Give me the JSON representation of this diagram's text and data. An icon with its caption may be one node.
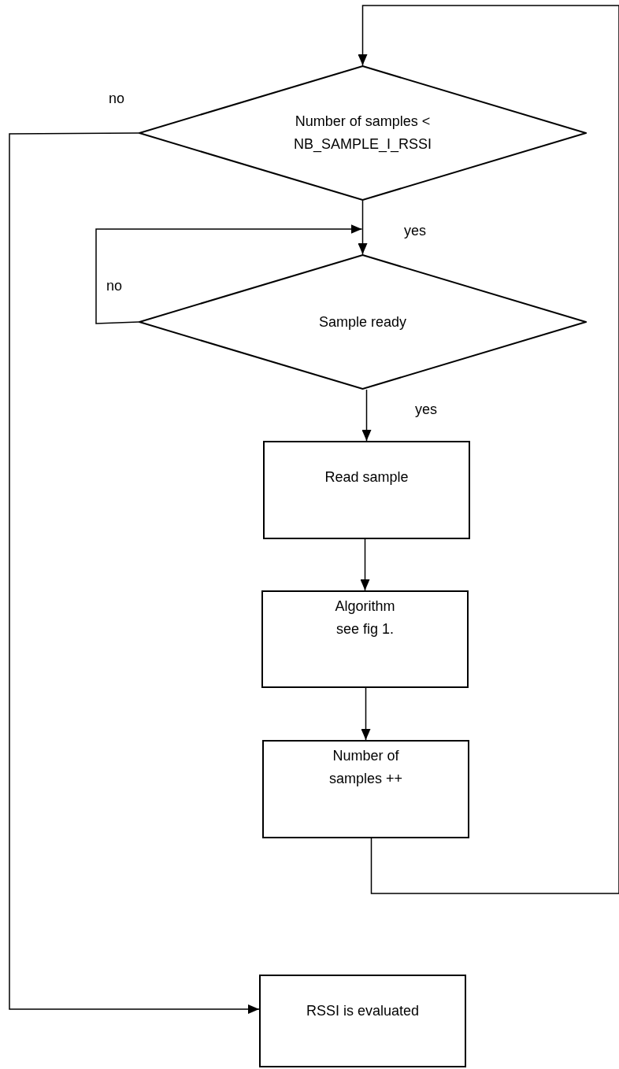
{
  "diagram": {
    "nodes": [
      {
        "text": [
          "Number of samples < NB_SAMPLE_I_RSSI"
        ]
      },
      {
        "text": [
          "Sample ready"
        ]
      },
      {
        "text": [
          "Read sample"
        ]
      },
      {
        "text": [
          "Algorithm see fig 1."
        ]
      },
      {
        "text": [
          "Number of samples ++"
        ]
      },
      {
        "text": [
          "RSSI is evaluated"
        ]
      }
    ],
    "edges": [
      {
        "from": 4,
        "to": 0,
        "arrow": "to"
      },
      {
        "from": 0,
        "to": 1,
        "arrow": "to",
        "label": "yes"
      },
      {
        "from": 1,
        "to": 1,
        "arrow": "to",
        "label": "no"
      },
      {
        "from": 1,
        "to": 2,
        "arrow": "to",
        "label": "yes"
      },
      {
        "from": 2,
        "to": 3,
        "arrow": "to"
      },
      {
        "from": 3,
        "to": 4,
        "arrow": "to"
      },
      {
        "from": 0,
        "to": 5,
        "arrow": "to",
        "label": "no"
      }
    ]
  }
}
